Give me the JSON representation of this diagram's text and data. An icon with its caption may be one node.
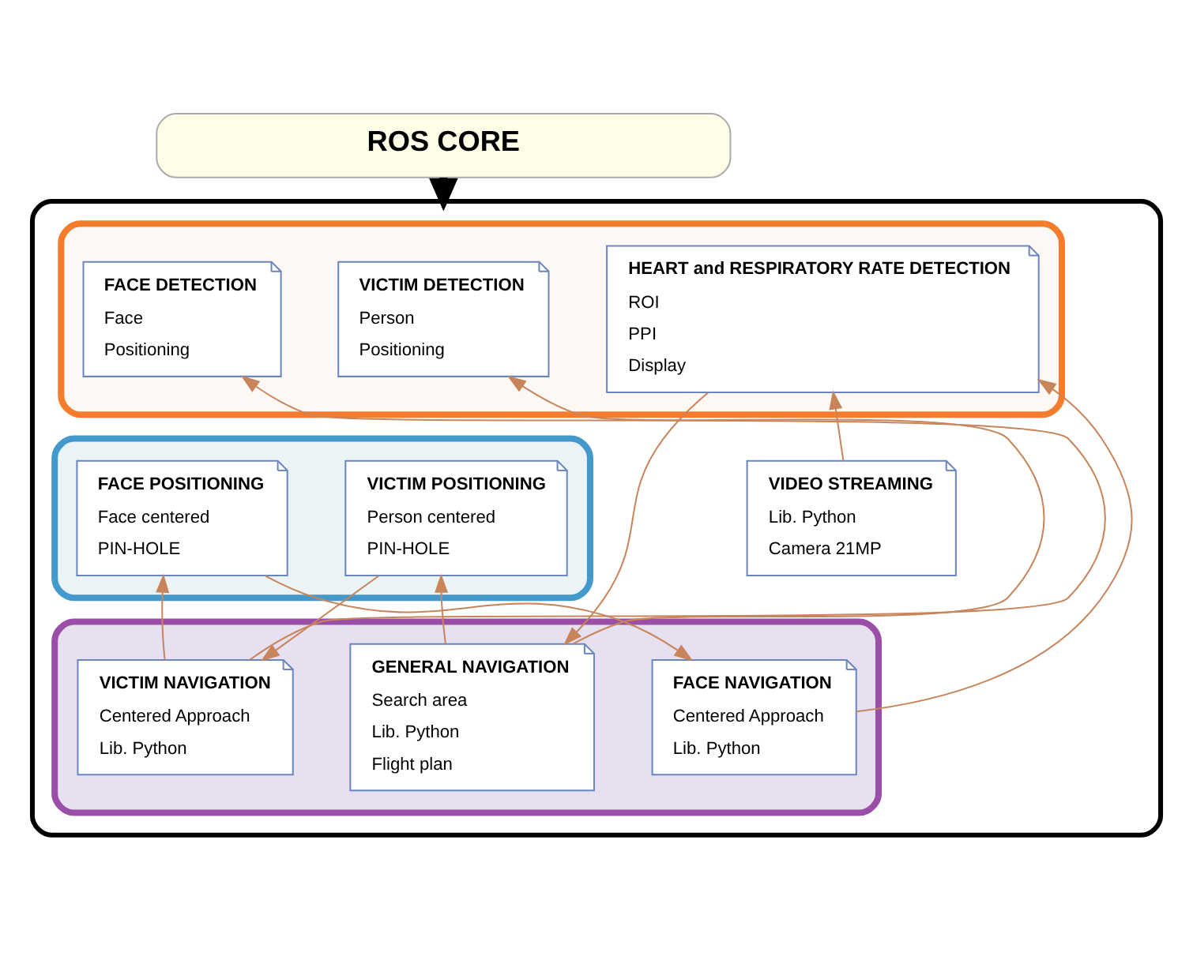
{
  "diagram": {
    "nodes": [
      {
        "text": [
          "ROS CORE"
        ]
      },
      {
        "text": [],
        "shape": "box"
      },
      {
        "text": [],
        "shape": "box",
        "in": 1
      },
      {
        "text": [
          "VICTIM DETECTION",
          "Person",
          "Positioning"
        ],
        "in": 2
      },
      {
        "text": [
          "FACE DETECTION",
          "Face",
          "Positioning"
        ],
        "in": 2
      },
      {
        "text": [
          "HEART and RESPIRATORY RATE DETECTION",
          "ROI",
          "PPI",
          "Display"
        ],
        "in": 2
      },
      {
        "text": [
          "VIDEO STREAMING",
          "Lib. Python",
          "Camera 21MP"
        ],
        "in": 1
      },
      {
        "text": [],
        "shape": "box",
        "in": 1
      },
      {
        "text": [
          "VICTIM POSITIONING",
          "Person centered",
          "PIN-HOLE"
        ],
        "in": 7
      },
      {
        "text": [
          "FACE POSITIONING",
          "Face centered",
          "PIN-HOLE"
        ],
        "in": 7
      },
      {
        "text": [],
        "shape": "box",
        "in": 1
      },
      {
        "text": [
          "GENERAL NAVIGATION",
          "Search area",
          "Lib. Python",
          "Flight plan"
        ],
        "in": 10
      },
      {
        "text": [
          "VICTIM NAVIGATION",
          "Centered Approach",
          "Lib. Python"
        ],
        "in": 10
      },
      {
        "text": [
          "FACE NAVIGATION",
          "Centered Approach",
          "Lib. Python"
        ],
        "in": 10
      }
    ],
    "edges": [
      {
        "from": 0,
        "to": 1,
        "arrow": "to",
        "style": "thick",
        "color": "#000000"
      },
      {
        "from": 6,
        "to": 5,
        "arrow": "to"
      },
      {
        "from": 13,
        "to": 5,
        "arrow": "to"
      },
      {
        "from": 5,
        "to": 11,
        "arrow": "to"
      },
      {
        "from": 11,
        "to": 3,
        "arrow": "to"
      },
      {
        "from": 11,
        "to": 8,
        "arrow": "to"
      },
      {
        "from": 8,
        "to": 12,
        "arrow": "to"
      },
      {
        "from": 12,
        "to": 4,
        "arrow": "to"
      },
      {
        "from": 12,
        "to": 9,
        "arrow": "to"
      },
      {
        "from": 9,
        "to": 13,
        "arrow": "to"
      }
    ]
  }
}
